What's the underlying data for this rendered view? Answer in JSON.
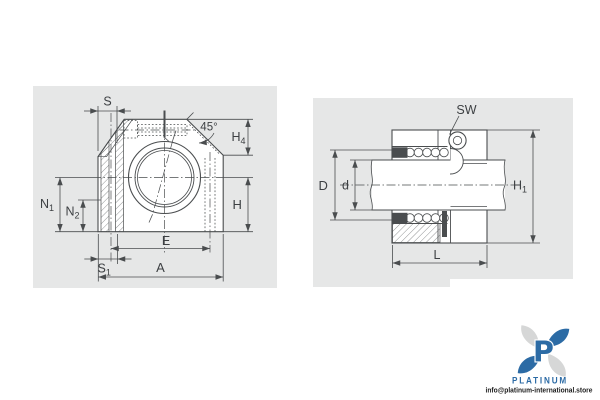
{
  "drawing": {
    "panel_color": "#e6e7e7",
    "line_color": "#4a4d4f",
    "text_color": "#3d4043",
    "front_view": {
      "labels": {
        "s": "S",
        "angle": "45°",
        "h4": {
          "base": "H",
          "sub": "4"
        },
        "n1": {
          "base": "N",
          "sub": "1"
        },
        "n2": {
          "base": "N",
          "sub": "2"
        },
        "h": "H",
        "e": "E",
        "s1": {
          "base": "S",
          "sub": "1"
        },
        "a": "A"
      }
    },
    "side_view": {
      "labels": {
        "sw": "SW",
        "outer_diameter": "D",
        "shaft_diameter": "d",
        "h1": {
          "base": "H",
          "sub": "1"
        },
        "l": "L"
      }
    }
  },
  "branding": {
    "logo_letter": "P",
    "company": "PLATINUM",
    "email": "info@platinum-international.store",
    "brand_blue": "#2c6ba5",
    "brand_gray": "#d6d7d7",
    "text_dark": "#1c1c1c"
  }
}
